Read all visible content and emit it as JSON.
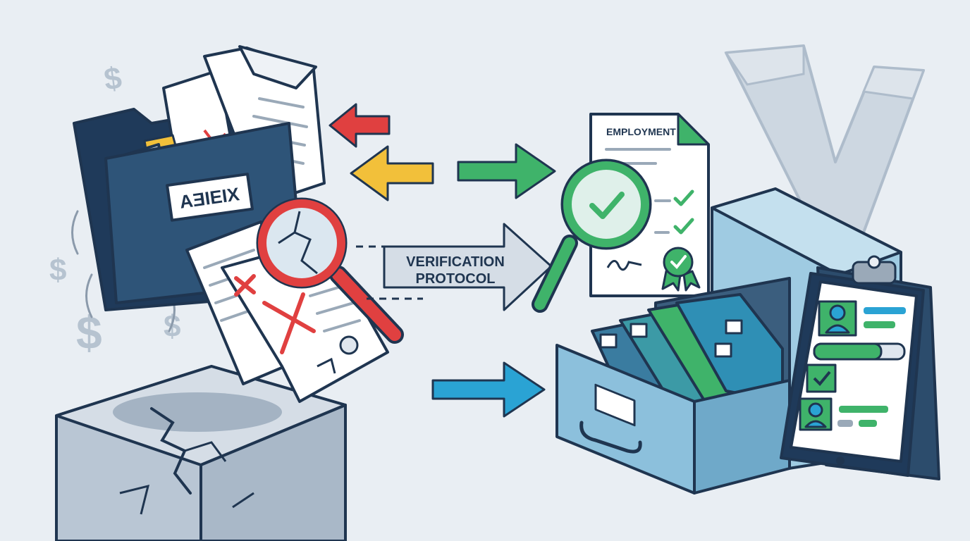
{
  "folder_tab_label": "AƎIEIX",
  "document_title": "EMPLOYMENT",
  "banner": {
    "line1": "VERIFICATION",
    "line2": "PROTOCOL"
  },
  "currency_symbol": "$",
  "colors": {
    "background": "#e9eef3",
    "outline": "#1f3550",
    "reject_red": "#e04040",
    "warning_yellow": "#f2c03a",
    "approve_green": "#3fb36a",
    "flow_blue": "#2aa3d4",
    "cabinet_blue": "#9fcbe2",
    "folder_navy": "#274a6e"
  }
}
